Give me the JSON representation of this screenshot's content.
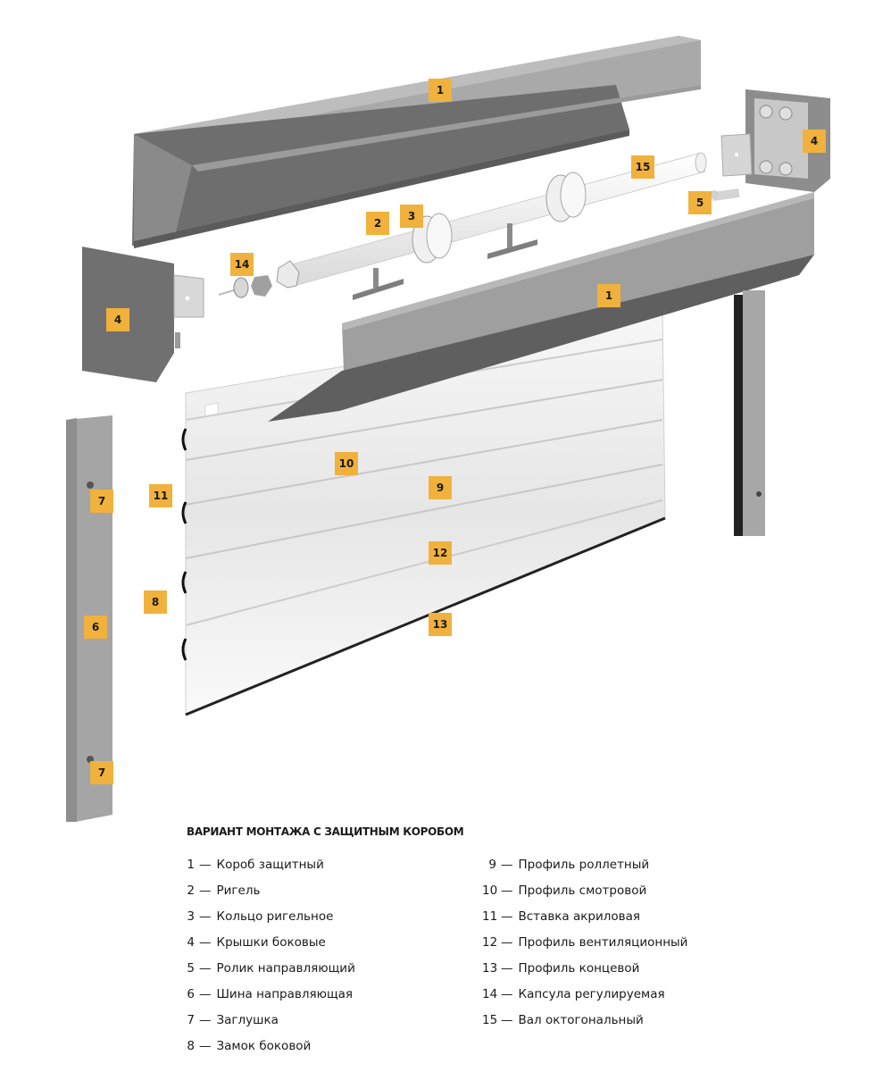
{
  "diagram": {
    "badge_color": "#f0b23c",
    "badges": [
      {
        "id": "1a",
        "label": "1"
      },
      {
        "id": "1b",
        "label": "1"
      },
      {
        "id": "2",
        "label": "2"
      },
      {
        "id": "3",
        "label": "3"
      },
      {
        "id": "4a",
        "label": "4"
      },
      {
        "id": "4b",
        "label": "4"
      },
      {
        "id": "5",
        "label": "5"
      },
      {
        "id": "6",
        "label": "6"
      },
      {
        "id": "7a",
        "label": "7"
      },
      {
        "id": "7b",
        "label": "7"
      },
      {
        "id": "8",
        "label": "8"
      },
      {
        "id": "9",
        "label": "9"
      },
      {
        "id": "10",
        "label": "10"
      },
      {
        "id": "11",
        "label": "11"
      },
      {
        "id": "12",
        "label": "12"
      },
      {
        "id": "13",
        "label": "13"
      },
      {
        "id": "14",
        "label": "14"
      },
      {
        "id": "15",
        "label": "15"
      }
    ]
  },
  "legend": {
    "title": "ВАРИАНТ МОНТАЖА С ЗАЩИТНЫМ КОРОБОМ",
    "dash": "—",
    "left": [
      {
        "num": "1",
        "text": "Короб защитный"
      },
      {
        "num": "2",
        "text": "Ригель"
      },
      {
        "num": "3",
        "text": "Кольцо ригельное"
      },
      {
        "num": "4",
        "text": "Крышки боковые"
      },
      {
        "num": "5",
        "text": "Ролик направляющий"
      },
      {
        "num": "6",
        "text": "Шина направляющая"
      },
      {
        "num": "7",
        "text": "Заглушка"
      },
      {
        "num": "8",
        "text": "Замок боковой"
      }
    ],
    "right": [
      {
        "num": "9",
        "text": "Профиль роллетный"
      },
      {
        "num": "10",
        "text": "Профиль смотровой"
      },
      {
        "num": "11",
        "text": "Вставка акриловая"
      },
      {
        "num": "12",
        "text": "Профиль вентиляционный"
      },
      {
        "num": "13",
        "text": "Профиль концевой"
      },
      {
        "num": "14",
        "text": "Капсула регулируемая"
      },
      {
        "num": "15",
        "text": "Вал октогональный"
      }
    ]
  }
}
